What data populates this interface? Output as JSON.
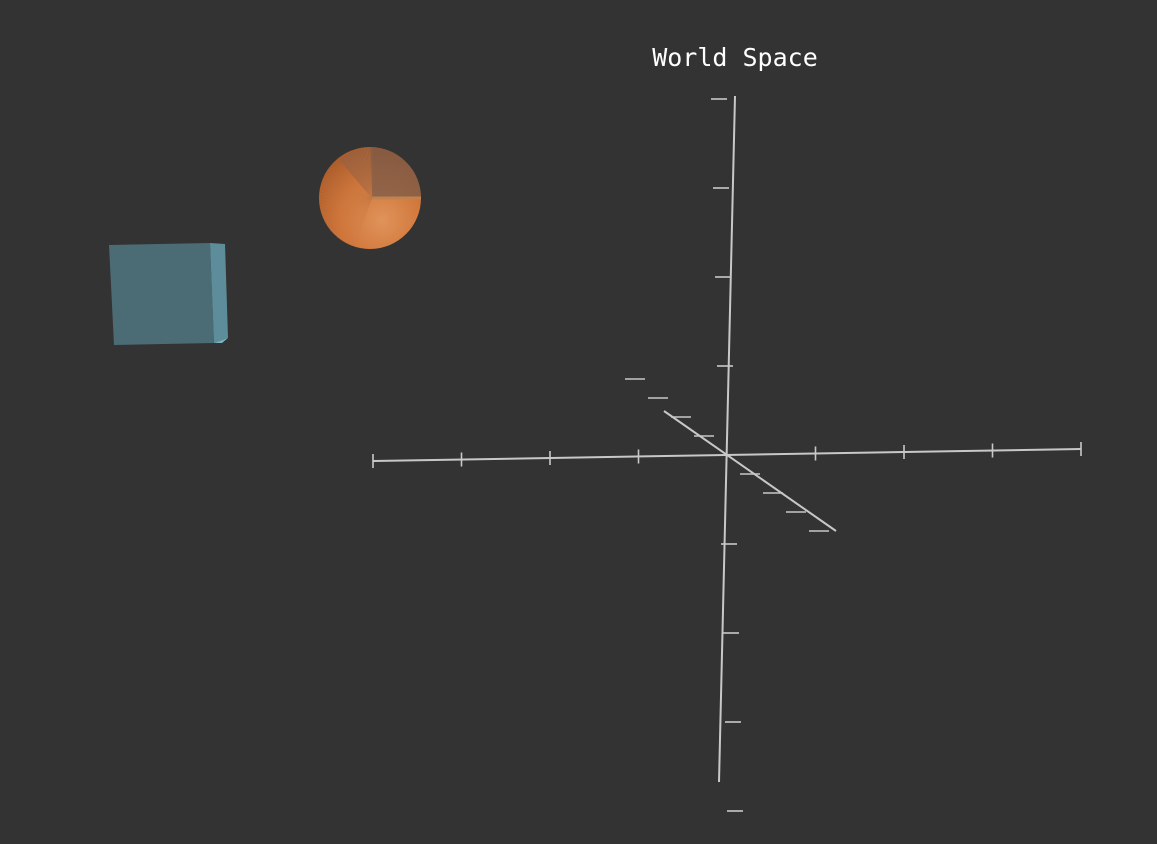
{
  "scene": {
    "title": "World Space",
    "background_color": "#333333",
    "axis_color": "#c8c8c8",
    "axes": {
      "x_axis": {
        "range": [
          -4,
          4
        ],
        "ticks": [
          -4,
          -3,
          -2,
          -1,
          1,
          2,
          3,
          4
        ]
      },
      "y_axis": {
        "range": [
          -4,
          4
        ],
        "ticks": [
          -4,
          -3,
          -2,
          -1,
          1,
          2,
          3,
          4
        ]
      },
      "z_axis": {
        "range": [
          -4,
          4
        ],
        "ticks": [
          -4,
          -3,
          -2,
          -1,
          1,
          2,
          3,
          4
        ]
      }
    },
    "objects": [
      {
        "kind": "cube",
        "name": "cube",
        "color": "#4b6b75",
        "side_color": "#5d8d9a"
      },
      {
        "kind": "sphere",
        "name": "sphere",
        "color": "#d4783a",
        "shadow_color": "#8a5a3c"
      }
    ]
  }
}
